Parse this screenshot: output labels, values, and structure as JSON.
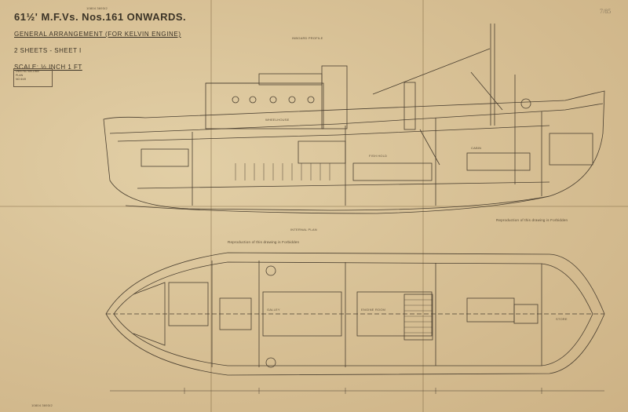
{
  "title": {
    "line1": "61½' M.F.Vs. Nos.161 ONWARDS.",
    "line2": "GENERAL ARRANGEMENT (FOR KELVIN ENGINE)",
    "line3": "2 SHEETS - SHEET I",
    "line4": "SCALE: ½ INCH 1 FT"
  },
  "stamp_text": [
    "DWG NO 6/4-1959",
    "PLAN",
    "NO 6/49"
  ],
  "header_code_top": "10804 3693/2",
  "header_code_bottom": "10804 3693/2",
  "corner_mark": "7/85",
  "annotations": {
    "inboard_profile": "INBOARD PROFILE",
    "internal_plan": "INTERNAL PLAN",
    "reproduction_1": "Reproduction of this drawing is Forbidden",
    "reproduction_2": "Reproduction of this drawing is Forbidden",
    "fish_hold": "FISH HOLD",
    "cabin": "CABIN",
    "engine_room": "ENGINE ROOM",
    "store": "STORE",
    "galley": "GALLEY",
    "wheelhouse": "WHEELHOUSE"
  },
  "colors": {
    "paper": "#d9c39a",
    "ink": "#3b3326",
    "line": "#4a3f30"
  }
}
